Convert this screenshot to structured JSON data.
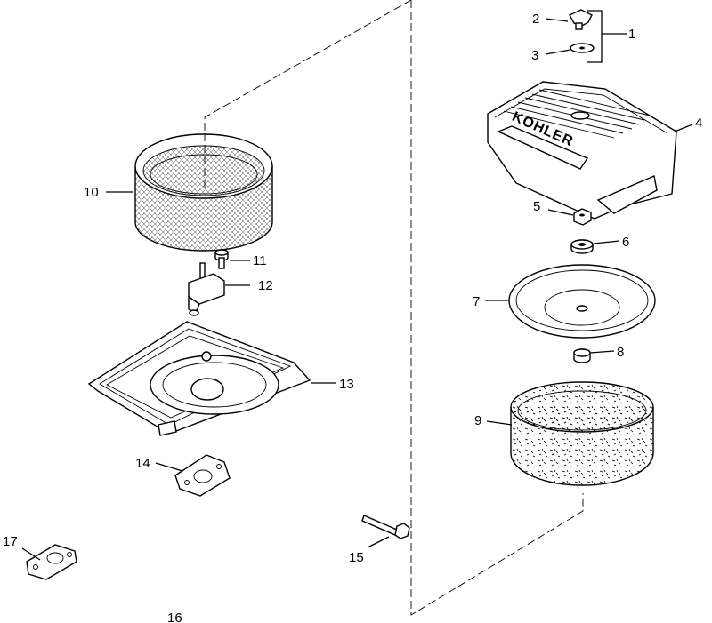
{
  "callouts": {
    "c1": "1",
    "c2": "2",
    "c3": "3",
    "c4": "4",
    "c5": "5",
    "c6": "6",
    "c7": "7",
    "c8": "8",
    "c9": "9",
    "c10": "10",
    "c11": "11",
    "c12": "12",
    "c13": "13",
    "c14": "14",
    "c15": "15",
    "c16": "16",
    "c17": "17"
  },
  "cover_logo": "KOHLER"
}
